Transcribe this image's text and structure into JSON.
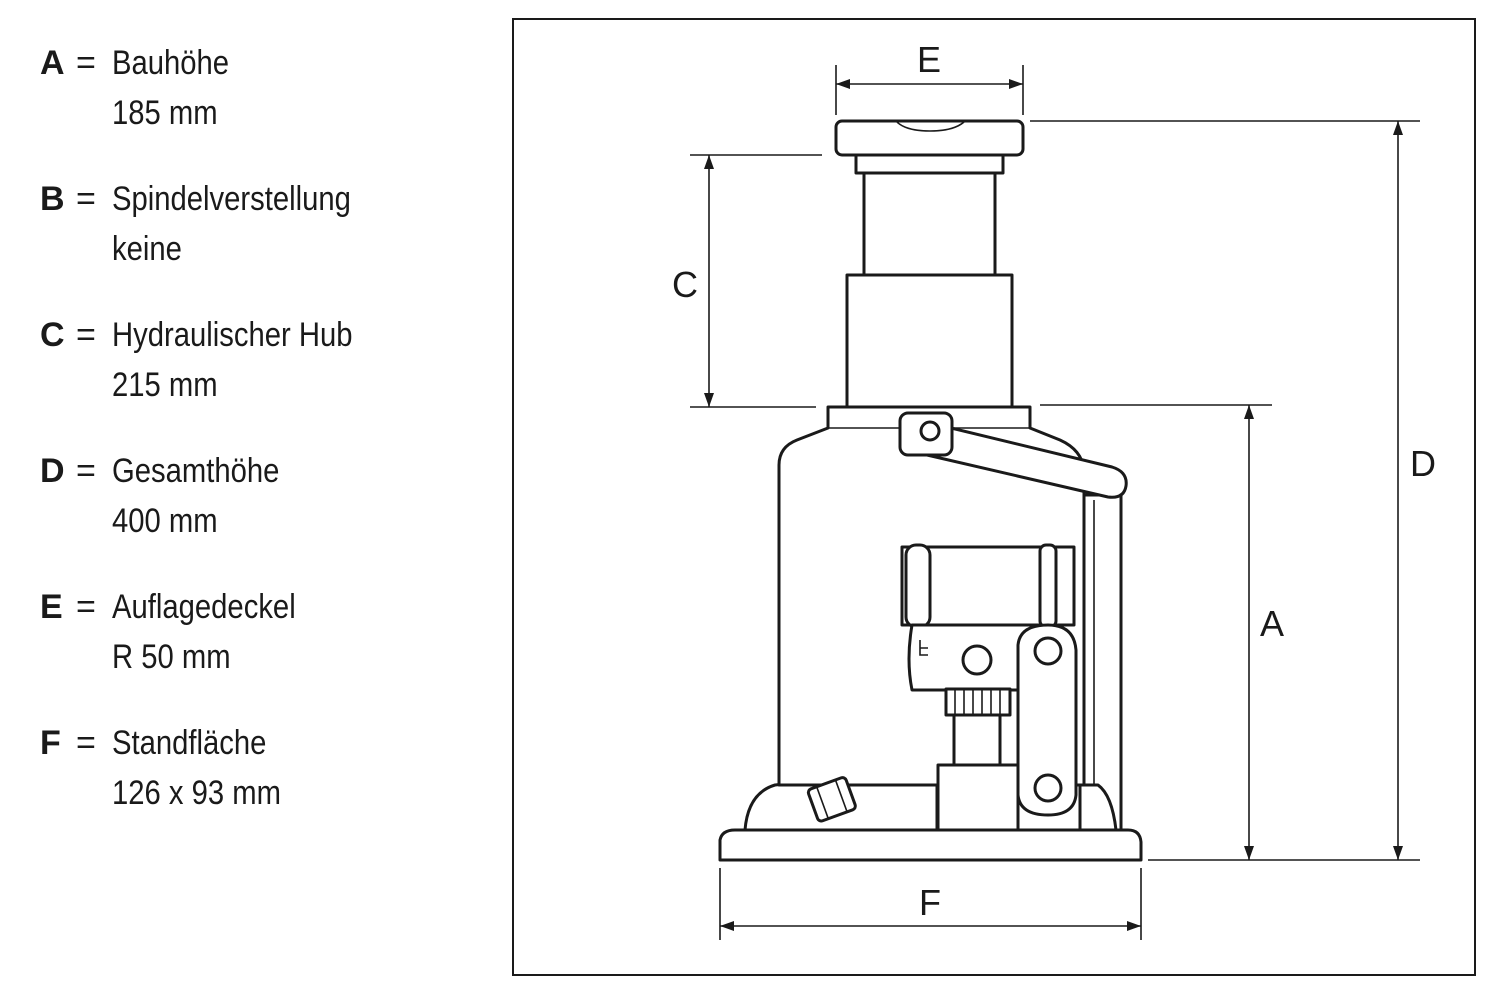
{
  "legend": [
    {
      "key": "A",
      "label": "Bauhöhe",
      "value": "185 mm"
    },
    {
      "key": "B",
      "label": "Spindelverstellung",
      "value": "keine"
    },
    {
      "key": "C",
      "label": "Hydraulischer Hub",
      "value": "215 mm"
    },
    {
      "key": "D",
      "label": "Gesamthöhe",
      "value": "400 mm"
    },
    {
      "key": "E",
      "label": "Auflagedeckel",
      "value": "R 50 mm"
    },
    {
      "key": "F",
      "label": "Standfläche",
      "value": "126 x 93 mm"
    }
  ],
  "equals_sign": "=",
  "dimension_labels": {
    "a": "A",
    "c": "C",
    "d": "D",
    "e": "E",
    "f": "F"
  },
  "colors": {
    "line": "#1a1a1a",
    "background": "#ffffff"
  }
}
